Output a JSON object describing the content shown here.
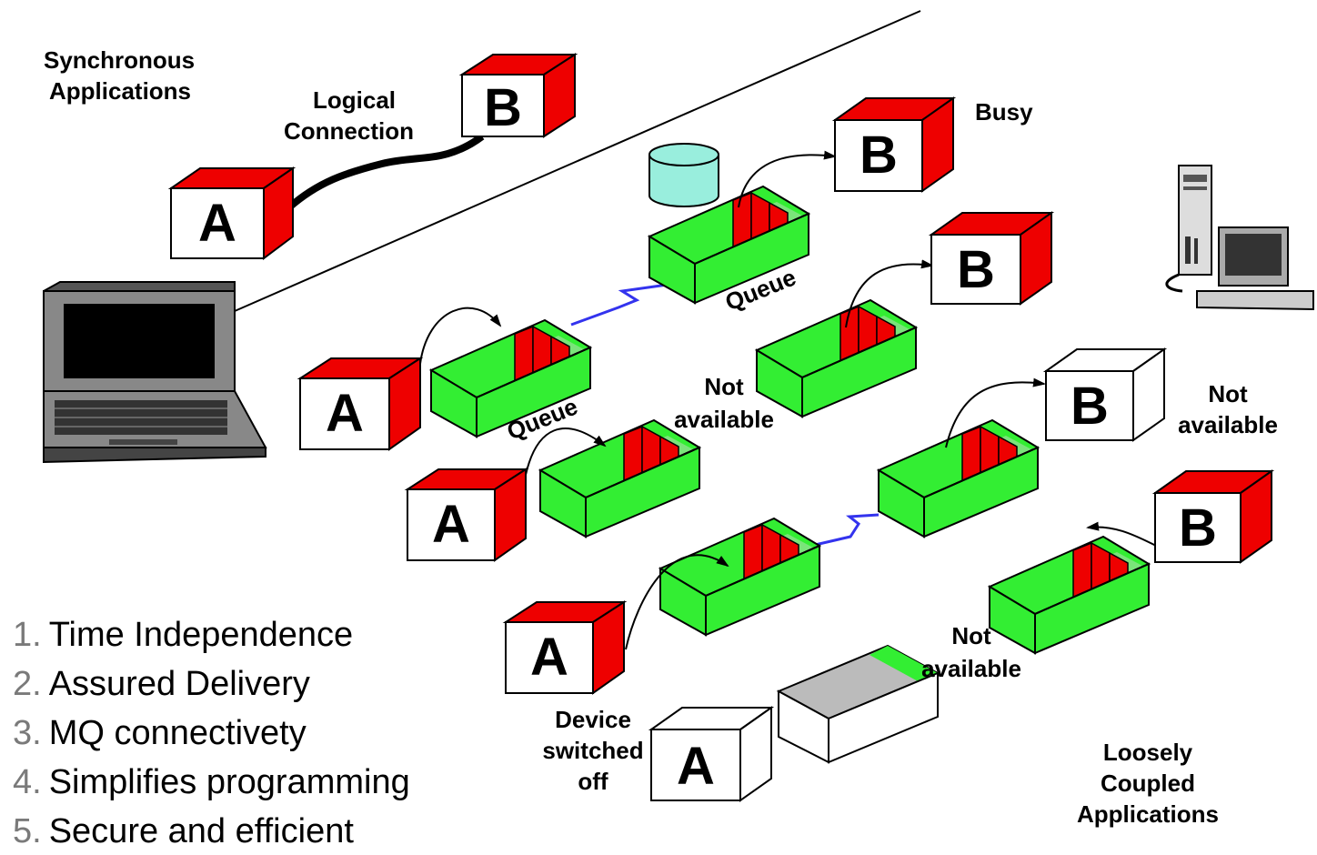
{
  "headings": {
    "synchronous": [
      "Synchronous",
      "Applications"
    ],
    "logical_connection": [
      "Logical",
      "Connection"
    ],
    "loosely_coupled": [
      "Loosely",
      "Coupled",
      "Applications"
    ]
  },
  "box_letters": {
    "sender": "A",
    "receiver": "B"
  },
  "labels": {
    "busy": "Busy",
    "queue": "Queue",
    "not_available": [
      "Not",
      "available"
    ],
    "device_switched_off": [
      "Device",
      "switched",
      "off"
    ]
  },
  "points": [
    {
      "num": "1.",
      "text": "Time Independence"
    },
    {
      "num": "2.",
      "text": "Assured Delivery"
    },
    {
      "num": "3.",
      "text": "MQ connectivety"
    },
    {
      "num": "4.",
      "text": "Simplifies programming"
    },
    {
      "num": "5.",
      "text": "Secure and efficient"
    }
  ],
  "colors": {
    "box_side": "#ee0000",
    "queue_green": "#33ee33",
    "queue_slot": "#ee0000",
    "link_blue": "#3333ee",
    "database": "#99eedd"
  },
  "icons": [
    "laptop-icon",
    "desktop-computer-icon",
    "database-icon"
  ]
}
